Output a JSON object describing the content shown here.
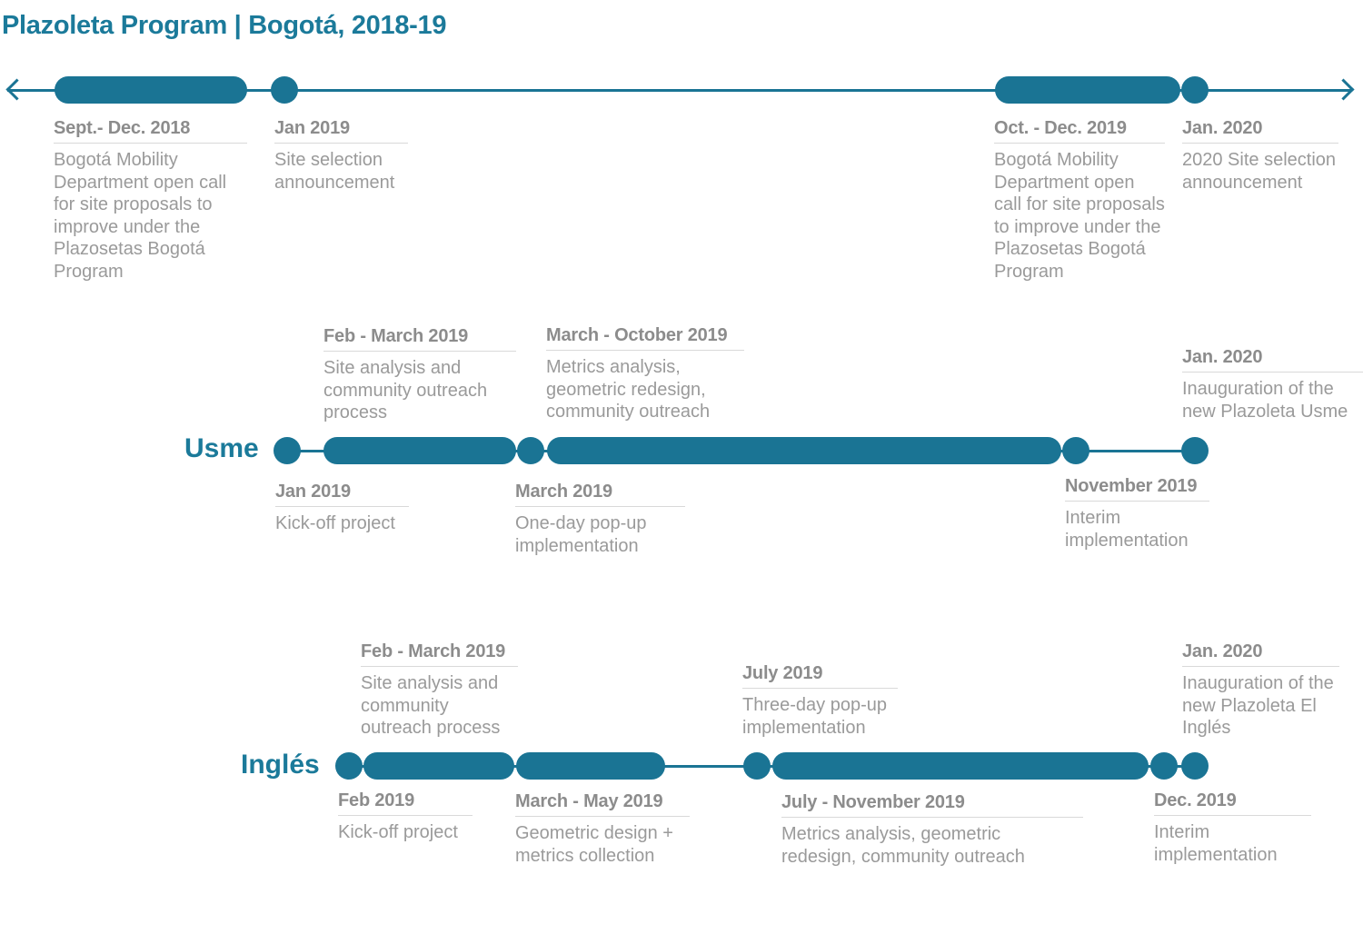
{
  "title": "Plazoleta Program | Bogotá, 2018-19",
  "colors": {
    "accent": "#1a7494",
    "title": "#1b7a9a",
    "text": "#9a9a9a"
  },
  "program": [
    {
      "date": "Sept.- Dec. 2018",
      "text": "Bogotá Mobility Department open call for site proposals to improve under the Plazosetas Bogotá Program"
    },
    {
      "date": "Jan 2019",
      "text": "Site selection announcement"
    },
    {
      "date": "Oct. - Dec. 2019",
      "text": "Bogotá Mobility Department open call for site proposals to improve under the Plazosetas Bogotá Program"
    },
    {
      "date": "Jan. 2020",
      "text": "2020 Site selection announcement"
    }
  ],
  "usme": {
    "label": "Usme",
    "events": [
      {
        "date": "Feb - March 2019",
        "text": "Site analysis and community outreach process"
      },
      {
        "date": "March - October 2019",
        "text": "Metrics analysis, geometric redesign, community outreach"
      },
      {
        "date": "Jan. 2020",
        "text": "Inauguration of the new Plazoleta Usme"
      },
      {
        "date": "Jan 2019",
        "text": "Kick-off project"
      },
      {
        "date": "March 2019",
        "text": "One-day pop-up implementation"
      },
      {
        "date": "November 2019",
        "text": "Interim implementation"
      }
    ]
  },
  "ingles": {
    "label": "Inglés",
    "events": [
      {
        "date": "Feb - March 2019",
        "text": "Site analysis and community outreach process"
      },
      {
        "date": "July 2019",
        "text": "Three-day pop-up implementation"
      },
      {
        "date": "Jan. 2020",
        "text": "Inauguration of the new Plazoleta El Inglés"
      },
      {
        "date": "Feb 2019",
        "text": "Kick-off project"
      },
      {
        "date": "March - May 2019",
        "text": "Geometric design + metrics collection"
      },
      {
        "date": "July - November 2019",
        "text": "Metrics analysis, geometric redesign, community outreach"
      },
      {
        "date": "Dec. 2019",
        "text": "Interim implementation"
      }
    ]
  }
}
